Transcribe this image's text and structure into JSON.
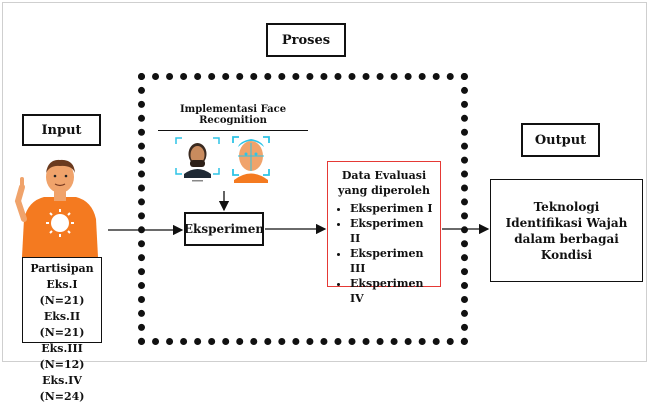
{
  "labels": {
    "input": "Input",
    "proses": "Proses",
    "output": "Output"
  },
  "implementation": {
    "title": "Implementasi Face Recognition"
  },
  "experiment": {
    "label": "Eksperimen"
  },
  "evaluation": {
    "title": "Data Evaluasi yang diperoleh",
    "items": [
      "Eksperimen I",
      "Eksperimen II",
      "Eksperimen III",
      "Eksperimen IV"
    ],
    "border_color": "#e53935"
  },
  "output_result": {
    "text": "Teknologi Identifikasi Wajah dalam berbagai Kondisi"
  },
  "participants": {
    "title": "Partisipan",
    "groups": [
      "Eks.I (N=21)",
      "Eks.II (N=21)",
      "Eks.III (N=12)",
      "Eks.IV (N=24)"
    ]
  },
  "colors": {
    "person_shirt": "#f47a20",
    "skin": "#f0a36b",
    "face_scan_accent": "#2ec4e6"
  },
  "icons": [
    "person-illustration",
    "face-scan-icon",
    "face-recognition-icon"
  ]
}
